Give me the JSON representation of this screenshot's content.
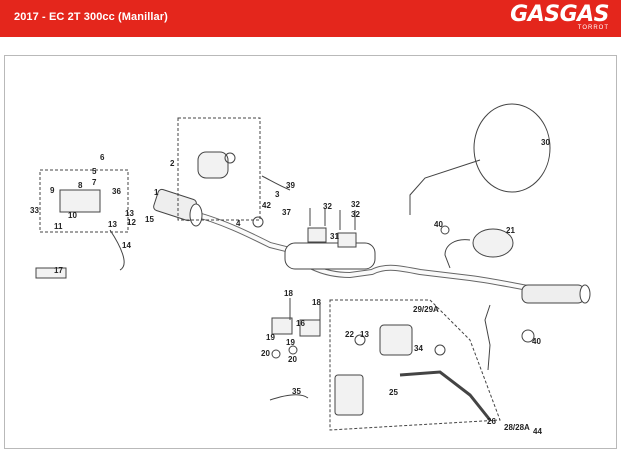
{
  "header": {
    "title": "2017 - EC 2T 300cc (Manillar)",
    "brand": "GASGAS",
    "brand_sub": "TORROT",
    "color": "#e4261c"
  },
  "parts": [
    "1",
    "2",
    "3",
    "4",
    "5",
    "6",
    "7",
    "8",
    "9",
    "10",
    "11",
    "12",
    "13",
    "13",
    "14",
    "15",
    "16",
    "17",
    "18",
    "18",
    "19",
    "19",
    "20",
    "20",
    "21",
    "22",
    "13",
    "25",
    "26",
    "28/28A",
    "29/29A",
    "30",
    "31",
    "32",
    "32",
    "32",
    "33",
    "34",
    "35",
    "36",
    "37",
    "39",
    "40",
    "40",
    "42",
    "44"
  ]
}
